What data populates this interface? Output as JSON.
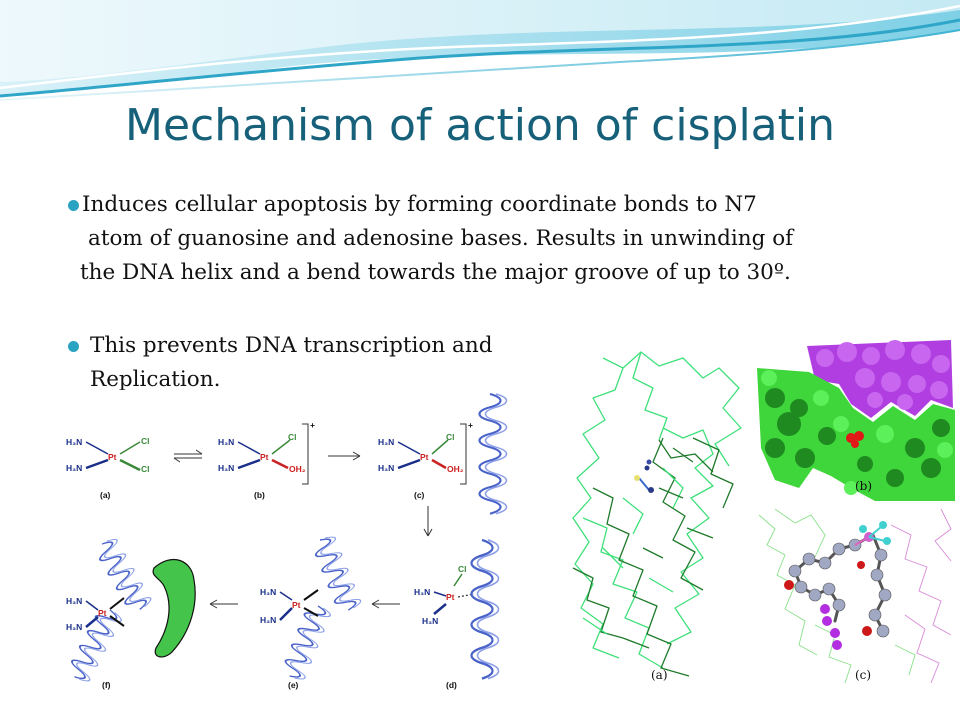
{
  "slide": {
    "title": "Mechanism of action of cisplatin",
    "bullets": [
      {
        "lines": [
          "Induces cellular apoptosis by forming coordinate bonds to N7",
          "atom of guanosine and adenosine bases. Results in unwinding of",
          "the DNA helix and a bend towards the major groove of up to 30º."
        ]
      },
      {
        "lines": [
          "This prevents DNA transcription and",
          "Replication."
        ]
      }
    ]
  },
  "scheme_figure": {
    "panel_labels": [
      "(a)",
      "(b)",
      "(c)",
      "(d)",
      "(e)",
      "(f)"
    ],
    "atoms": {
      "h3n": "H₃N",
      "pt": "Pt",
      "cl": "Cl",
      "oh2": "OH₂",
      "plus": "+"
    }
  },
  "structure_figure": {
    "panel_labels": [
      "(a)",
      "(b)",
      "(c)"
    ]
  },
  "colors": {
    "title": "#17607a",
    "bullet_marker": "#2aa3c2",
    "header_wave": "#5bc3dd",
    "dna_helix": "#4a63c8",
    "protein_shape": "#44c44a",
    "purple_surface": "#b03ee0",
    "green_surface": "#3ed63a",
    "dna_dark_green": "#1f7a2a",
    "dna_light_green": "#3ee07a"
  }
}
